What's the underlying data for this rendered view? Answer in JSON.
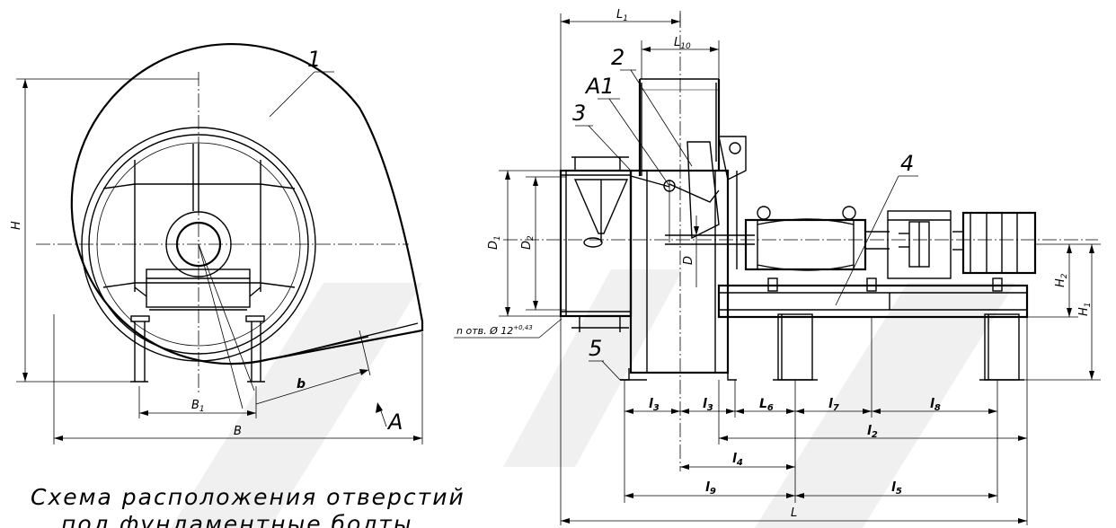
{
  "colors": {
    "line": "#000000",
    "background": "#ffffff",
    "watermark": "#f0f0f0"
  },
  "left_view": {
    "callout_1": "1",
    "dims": {
      "H": "H",
      "B1": "B",
      "B1_sub": "1",
      "B": "B",
      "b": "b"
    },
    "view_arrow": "A"
  },
  "right_view": {
    "callouts": {
      "c2": "2",
      "cA1": "A1",
      "c3": "3",
      "c4": "4",
      "c5": "5"
    },
    "dims": {
      "L1": "L",
      "L1_sub": "1",
      "L10": "L",
      "L10_sub": "10",
      "D1": "D",
      "D1_sub": "1",
      "D2": "D",
      "D2_sub": "2",
      "D": "D",
      "H2": "H",
      "H2_sub": "2",
      "H1": "H",
      "H1_sub": "1",
      "holes": "n отв. Ø 12",
      "holes_tol": "+0,43",
      "l3a": "l",
      "l3a_sub": "3",
      "l3b": "l",
      "l3b_sub": "3",
      "l6": "L",
      "l6_sub": "6",
      "l7": "l",
      "l7_sub": "7",
      "l8": "l",
      "l8_sub": "8",
      "l2": "l",
      "l2_sub": "2",
      "l4": "l",
      "l4_sub": "4",
      "l9": "l",
      "l9_sub": "9",
      "l5": "l",
      "l5_sub": "5",
      "L": "L"
    }
  },
  "caption": {
    "line1": "Схема расположения отверстий",
    "line2": "под фундаментные болты"
  }
}
